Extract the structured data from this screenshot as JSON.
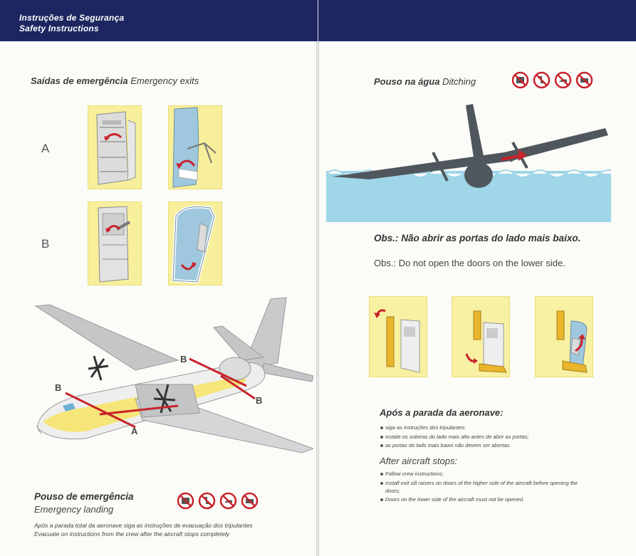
{
  "header": {
    "title_pt": "Instruções de Segurança",
    "title_en": "Safety Instructions"
  },
  "exits": {
    "heading_pt": "Saídas de emergência",
    "heading_en": "Emergency exits",
    "label_a": "A",
    "label_b": "B"
  },
  "aircraft_labels": {
    "b_top": "B",
    "b_left": "B",
    "b_right": "B",
    "a_bottom": "A"
  },
  "emergency_landing": {
    "heading_pt": "Pouso de emergência",
    "heading_en": "Emergency landing",
    "note_pt": "Após a parada total da aeronave siga as instruções de evacuação dos tripulantes",
    "note_en": "Evacuate on instructions from the crew after the aircraft stops completely"
  },
  "ditching": {
    "heading_pt": "Pouso na água",
    "heading_en": "Ditching",
    "obs_pt": "Obs.: Não abrir as portas do lado mais baixo.",
    "obs_en": "Obs.: Do not open the doors on the lower side."
  },
  "after_stop": {
    "heading_pt": "Após a parada da aeronave:",
    "items_pt": [
      "siga as instruções dos tripulantes;",
      "instale os soleiras do lado mais alto antes de abrir as portas;",
      "as portas do lado mais baixo não devem ser abertas."
    ],
    "heading_en": "After aircraft stops:",
    "items_en": [
      "Follow crew instructions;",
      "Install exit sill raisers on doors of the higher side of the aircraft before opening the doors;",
      "Doors on the lower side of the aircraft must not be opened."
    ]
  },
  "icons": [
    "no-smoking-icon",
    "no-electronics-icon",
    "no-high-heels-icon",
    "no-luggage-icon"
  ],
  "colors": {
    "navy": "#1d2660",
    "yellow": "#f7ef9b",
    "red": "#c8232a",
    "water": "#9fd6e8",
    "plane_gray": "#a7a9ab"
  }
}
